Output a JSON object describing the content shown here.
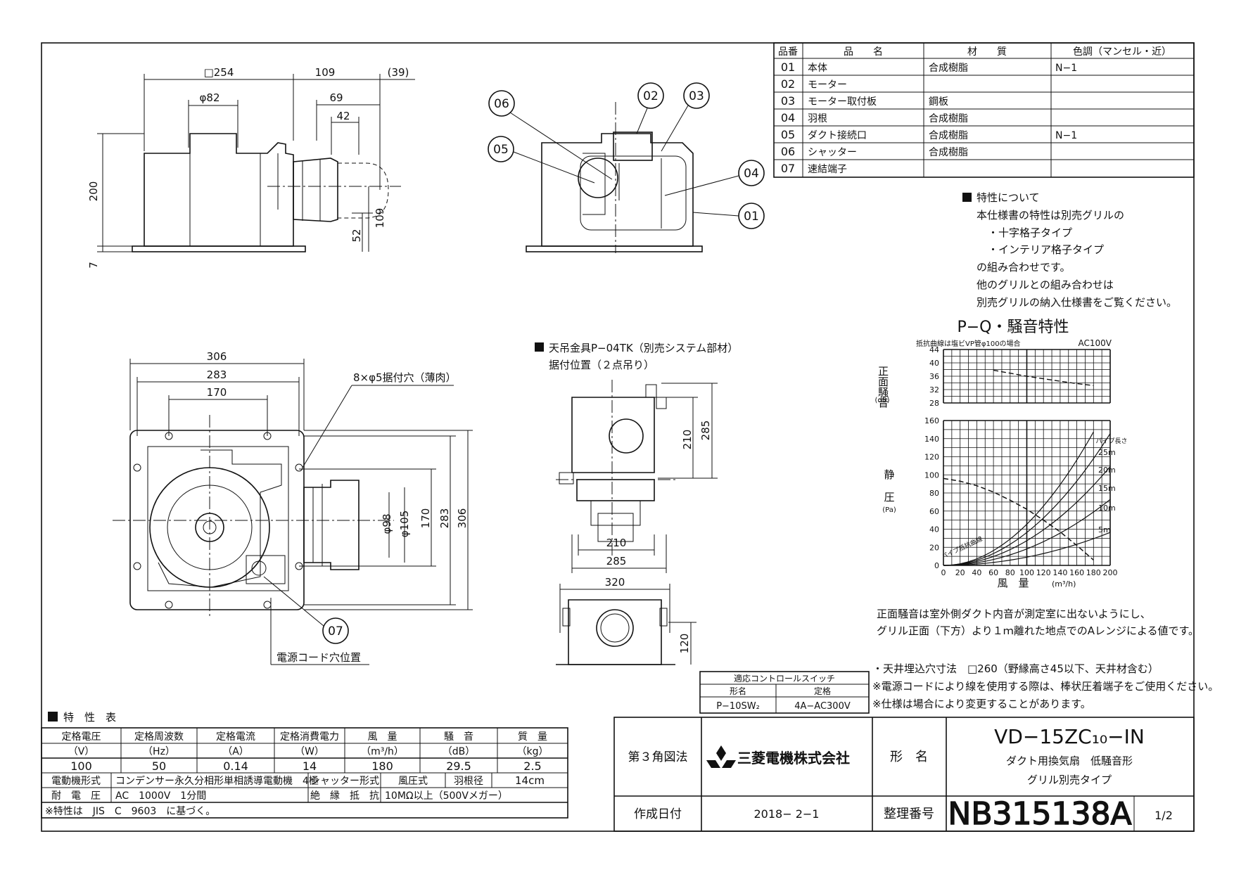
{
  "parts_table": {
    "headers": [
      "品番",
      "品　　名",
      "材　　質",
      "色調（マンセル・近）"
    ],
    "rows": [
      [
        "01",
        "本体",
        "合成樹脂",
        "N−1"
      ],
      [
        "02",
        "モーター",
        "",
        ""
      ],
      [
        "03",
        "モーター取付板",
        "鋼板",
        ""
      ],
      [
        "04",
        "羽根",
        "合成樹脂",
        ""
      ],
      [
        "05",
        "ダクト接続口",
        "合成樹脂",
        "N−1"
      ],
      [
        "06",
        "シャッター",
        "合成樹脂",
        ""
      ],
      [
        "07",
        "速結端子",
        "",
        ""
      ]
    ]
  },
  "characteristics_note": {
    "heading": "特性について",
    "lines": [
      "本仕様書の特性は別売グリルの",
      "・十字格子タイプ",
      "・インテリア格子タイプ",
      "の組み合わせです。",
      "他のグリルとの組み合わせは",
      "別売グリルの納入仕様書をご覧ください。"
    ]
  },
  "chart_data": {
    "type": "line",
    "title": "P−Q・騒音特性",
    "condition": "抵抗曲線は塩ビVP管φ100の場合",
    "voltage": "AC100V",
    "xlabel": "風　量",
    "xunit": "(m³/h)",
    "x_ticks": [
      "0",
      "20",
      "40",
      "60",
      "80",
      "100",
      "120",
      "140",
      "160",
      "180",
      "200"
    ],
    "xlim": [
      0,
      200
    ],
    "noise": {
      "ylabel": "正面騒音",
      "yunit": "(dB)",
      "y_ticks": [
        "28",
        "32",
        "36",
        "40",
        "44"
      ],
      "ylim": [
        28,
        44
      ],
      "series": [
        {
          "x": [
            60,
            100,
            140,
            160,
            180
          ],
          "y": [
            37.8,
            36.0,
            34.5,
            33.8,
            33.2
          ]
        }
      ]
    },
    "pressure": {
      "ylabel_top": "静",
      "ylabel_bottom": "圧",
      "yunit": "(Pa)",
      "y_ticks": [
        "0",
        "20",
        "40",
        "60",
        "80",
        "100",
        "120",
        "140",
        "160"
      ],
      "ylim": [
        0,
        160
      ],
      "pq_curve": {
        "x": [
          0,
          20,
          40,
          60,
          80,
          100,
          120,
          140,
          160,
          180
        ],
        "y": [
          96,
          93,
          88,
          81,
          72,
          62,
          50,
          37,
          22,
          6
        ]
      },
      "pipe_length_label": "パイプ長さ",
      "pipe_origin_label": "パイプ抵抗曲線",
      "resistance_curves": [
        {
          "name": "25m",
          "k": 0.00455
        },
        {
          "name": "20m",
          "k": 0.00364
        },
        {
          "name": "15m",
          "k": 0.00273
        },
        {
          "name": "10m",
          "k": 0.00182
        },
        {
          "name": "5m",
          "k": 0.00091
        }
      ]
    }
  },
  "noise_note": [
    "正面騒音は室外側ダクト内音が測定室に出ないようにし、",
    "グリル正面（下方）より１ｍ離れた地点でのAレンジによる値です。"
  ],
  "install_notes": [
    "・天井埋込穴寸法　□260（野縁高さ45以下、天井材含む）",
    "※電源コードにより線を使用する際は、棒状圧着端子をご使用ください。",
    "※仕様は場合により変更することがあります。"
  ],
  "control_switch": {
    "title": "適応コントロールスイッチ",
    "col1": "形名",
    "col2": "定格",
    "model": "P−10SW₂",
    "rating": "4A−AC300V"
  },
  "spec_table": {
    "heading": "特　性　表",
    "headers": [
      "定格電圧",
      "定格周波数",
      "定格電流",
      "定格消費電力",
      "風　量",
      "騒　音",
      "質　量"
    ],
    "units": [
      "（V）",
      "（Hz）",
      "（A）",
      "（W）",
      "（m³/h）",
      "（dB）",
      "（kg）"
    ],
    "values": [
      "100",
      "50",
      "0.14",
      "14",
      "180",
      "29.5",
      "2.5"
    ],
    "motor_label": "電動機形式",
    "motor_value": "コンデンサー永久分相形単相誘導電動機　4極",
    "shutter_label": "シャッター形式",
    "shutter_value": "風圧式",
    "blade_label": "羽根径",
    "blade_value": "14cm",
    "withstand_label": "耐　電　圧",
    "withstand_value": "AC　1000V　1分間",
    "insulation_label": "絶　縁　抵　抗",
    "insulation_value": "10MΩ以上（500Vメガー）",
    "footnote": "※特性は　JIS　C　9603　に基づく。"
  },
  "title_block": {
    "projection": "第３角図法",
    "company": "三菱電機株式会社",
    "model_label": "形　名",
    "model": "VD−15ZC₁₀−IN",
    "desc1": "ダクト用換気扇　低騒音形",
    "desc2": "グリル別売タイプ",
    "date_label": "作成日付",
    "date": "2018− 2−1",
    "ref_label": "整理番号",
    "ref": "NB315138A",
    "page": "1/2"
  },
  "hanger_note": {
    "line1": "天吊金具P−04TK（別売システム部材）",
    "line2": "据付位置（２点吊り）"
  },
  "callouts": [
    "01",
    "02",
    "03",
    "04",
    "05",
    "06",
    "07"
  ],
  "dims": {
    "top_254": "□254",
    "top_109": "109",
    "top_39": "(39)",
    "top_82": "φ82",
    "top_69": "69",
    "top_42": "42",
    "side_200": "200",
    "side_109": "109",
    "side_52": "52",
    "side_7": "7",
    "plan_306": "306",
    "plan_283": "283",
    "plan_170": "170",
    "plan_holes": "8×φ5据付穴（薄肉）",
    "plan_98": "φ98",
    "plan_105": "φ105",
    "plan_170v": "170",
    "plan_283v": "283",
    "plan_306v": "306",
    "cord_label": "電源コード穴位置",
    "h_210v": "210",
    "h_285v": "285",
    "h_210": "210",
    "h_285": "285",
    "h_320": "320",
    "h_120": "120"
  }
}
